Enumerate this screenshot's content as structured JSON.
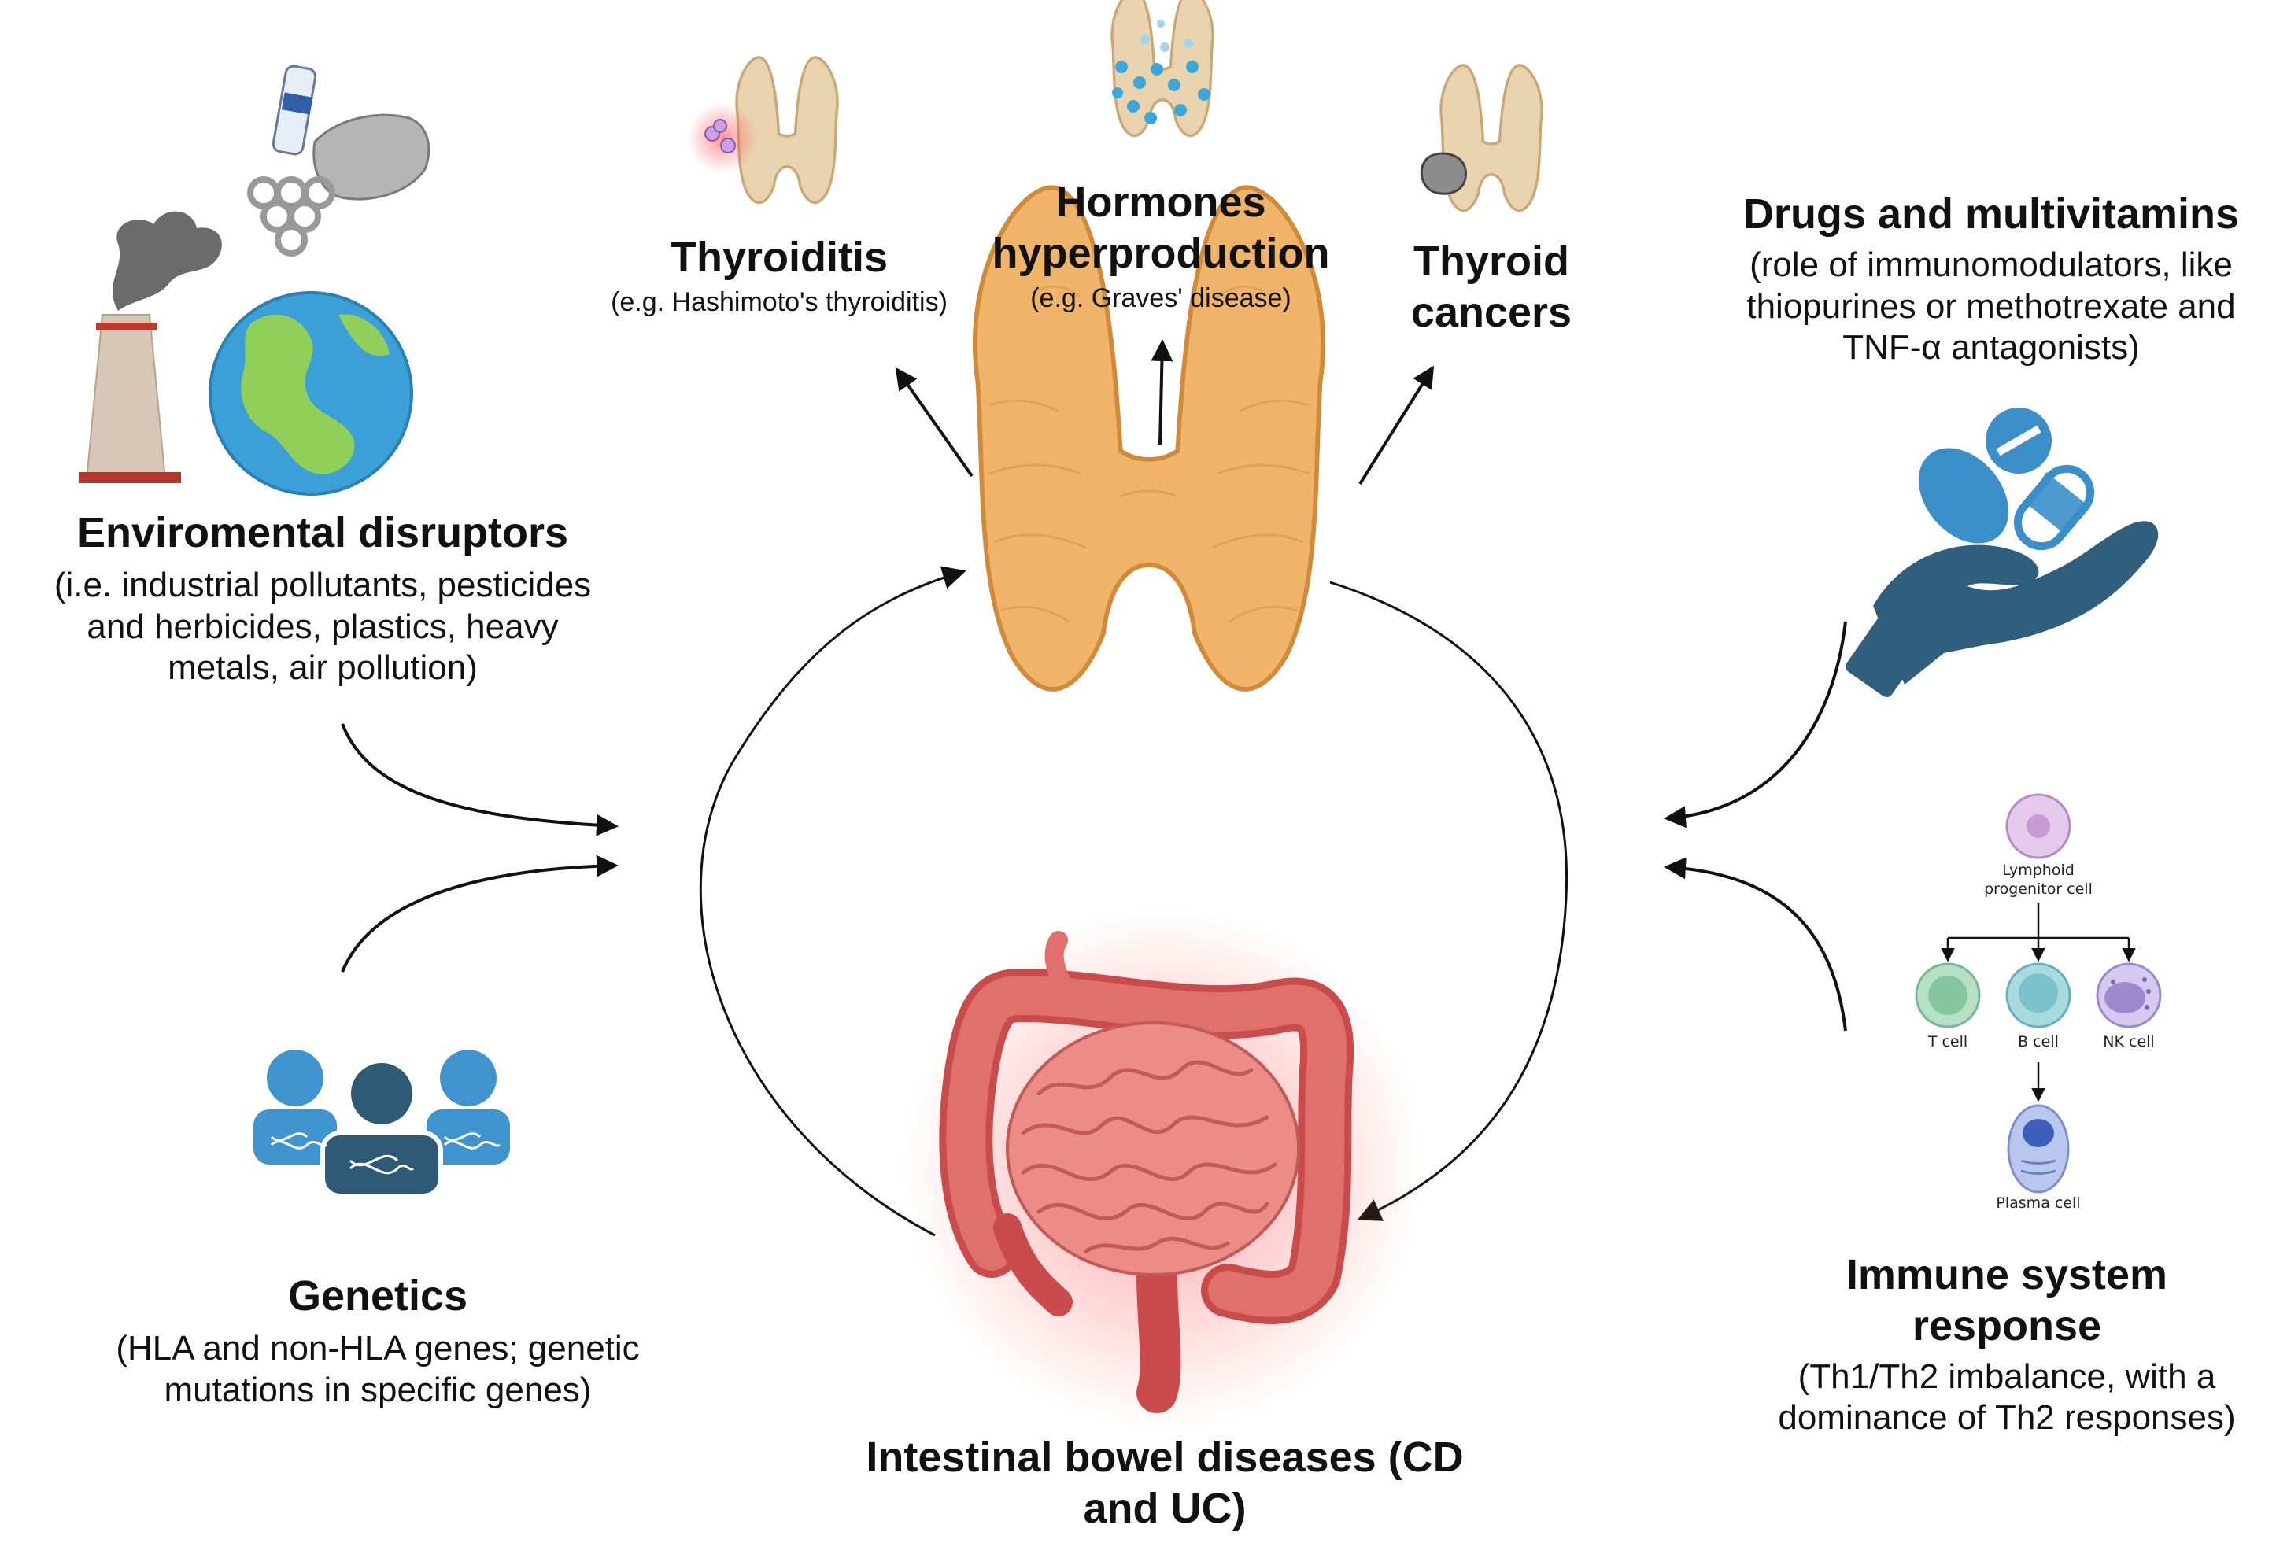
{
  "environment": {
    "title": "Enviromental disruptors",
    "subtitle": "(i.e. industrial pollutants, pesticides and herbicides, plastics, heavy metals, air pollution)"
  },
  "genetics": {
    "title": "Genetics",
    "subtitle": "(HLA and non-HLA genes; genetic mutations in specific genes)"
  },
  "drugs": {
    "title": "Drugs and multivitamins",
    "subtitle": "(role of immunomodulators,  like thiopurines or methotrexate and TNF-α antagonists)"
  },
  "immune": {
    "title": "Immune system response",
    "subtitle": "(Th1/Th2 imbalance, with a dominance of Th2 responses)",
    "cells": {
      "progenitor": "Lymphoid progenitor cell",
      "t_cell": "T cell",
      "b_cell": "B cell",
      "nk_cell": "NK cell",
      "plasma_cell": "Plasma cell"
    }
  },
  "outcomes": {
    "thyroiditis": {
      "title": "Thyroiditis",
      "subtitle": "(e.g. Hashimoto's thyroiditis)"
    },
    "hyperproduction": {
      "title": "Hormones hyperproduction",
      "subtitle": "(e.g. Graves' disease)"
    },
    "cancers": {
      "title": "Thyroid cancers"
    }
  },
  "ibd": {
    "title": "Intestinal bowel diseases (CD and UC)"
  },
  "colors": {
    "thyroid": "#efb469",
    "thyroid_outline": "#d08a3a",
    "small_thyroid": "#e9d3ae",
    "intestine": "#e0706c",
    "intestine_dark": "#b84444",
    "glow": "#ff7070",
    "people_blue": "#3f93cf",
    "people_dark": "#2e5a75",
    "hand": "#2f5f7c",
    "pill_blue": "#3a8fc9"
  }
}
